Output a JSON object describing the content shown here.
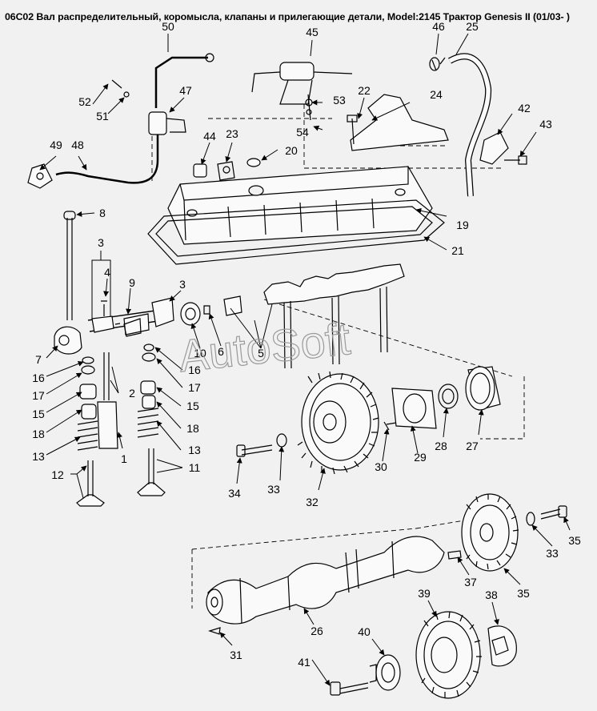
{
  "title": "06C02 Вал распределительный, коромысла, клапаны и прилегающие детали, Model:2145 Трактор Genesis II (01/03- )",
  "watermark": "AutoSoft",
  "callouts": {
    "c1": "1",
    "c2": "2",
    "c3": "3",
    "c4": "4",
    "c5": "5",
    "c6": "6",
    "c7": "7",
    "c8": "8",
    "c9": "9",
    "c10": "10",
    "c11": "11",
    "c12": "12",
    "c13": "13",
    "c15": "15",
    "c16": "16",
    "c17": "17",
    "c18": "18",
    "c19": "19",
    "c20": "20",
    "c21": "21",
    "c22": "22",
    "c23": "23",
    "c24": "24",
    "c25": "25",
    "c26": "26",
    "c27": "27",
    "c28": "28",
    "c29": "29",
    "c30": "30",
    "c31": "31",
    "c32": "32",
    "c33": "33",
    "c34": "34",
    "c35": "35",
    "c37": "37",
    "c38": "38",
    "c39": "39",
    "c40": "40",
    "c41": "41",
    "c42": "42",
    "c43": "43",
    "c44": "44",
    "c45": "45",
    "c46": "46",
    "c47": "47",
    "c48": "48",
    "c49": "49",
    "c50": "50",
    "c51": "51",
    "c52": "52",
    "c53": "53",
    "c54": "54"
  },
  "colors": {
    "background": "#f1f1f1",
    "line": "#000000",
    "watermark": "#9a9a9a"
  }
}
